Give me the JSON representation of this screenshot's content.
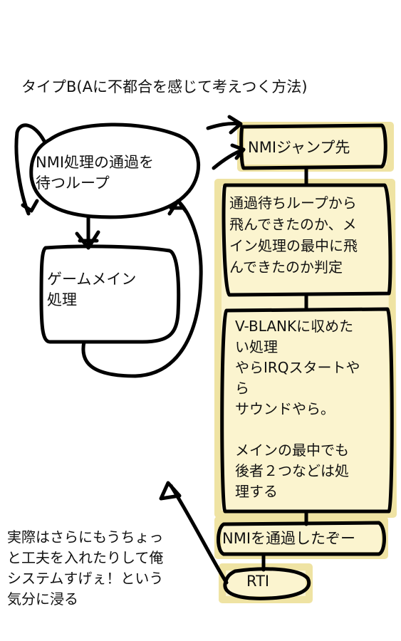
{
  "title": "タイプB(Aに不都合を感じて考えつく方法)",
  "left": {
    "wait_loop": "NMI処理の通過を\n待つループ",
    "main_process": "ゲームメイン\n処理"
  },
  "right": {
    "nmi_jump": "NMIジャンプ先",
    "judge": "通過待ちループから\n飛んできたのか、メ\nイン処理の最中に飛\nんできたのか判定",
    "vblank": "V-BLANKに収めた\nい処理\nやらIRQスタートや\nら\nサウンドやら。\n\nメインの最中でも\n後者２つなどは処\n理する",
    "passed": "NMIを通過したぞー",
    "rti": "RTI"
  },
  "note": "実際はさらにもうちょっ\nと工夫を入れたりして俺\nシステムすげぇ！という\n気分に浸る",
  "colors": {
    "ink": "#000000",
    "highlight": "#fbf4cf"
  }
}
